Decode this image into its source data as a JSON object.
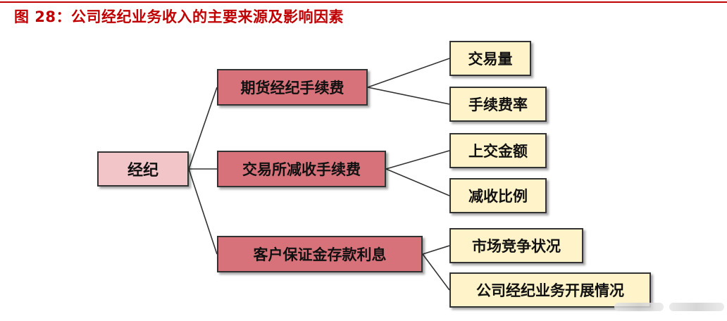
{
  "title": "图 28：公司经纪业务收入的主要来源及影响因素",
  "diagram": {
    "root": "经纪",
    "branches": [
      {
        "label": "期货经纪手续费",
        "children": [
          "交易量",
          "手续费率"
        ]
      },
      {
        "label": "交易所减收手续费",
        "children": [
          "上交金额",
          "减收比例"
        ]
      },
      {
        "label": "客户保证金存款利息",
        "children": [
          "市场竞争状况",
          "公司经纪业务开展情况"
        ]
      }
    ]
  },
  "colors": {
    "title": "#c00000",
    "root_fill": "#f2c6c9",
    "branch_fill": "#d7727a",
    "leaf_fill": "#fff3c9",
    "border": "#333333"
  }
}
